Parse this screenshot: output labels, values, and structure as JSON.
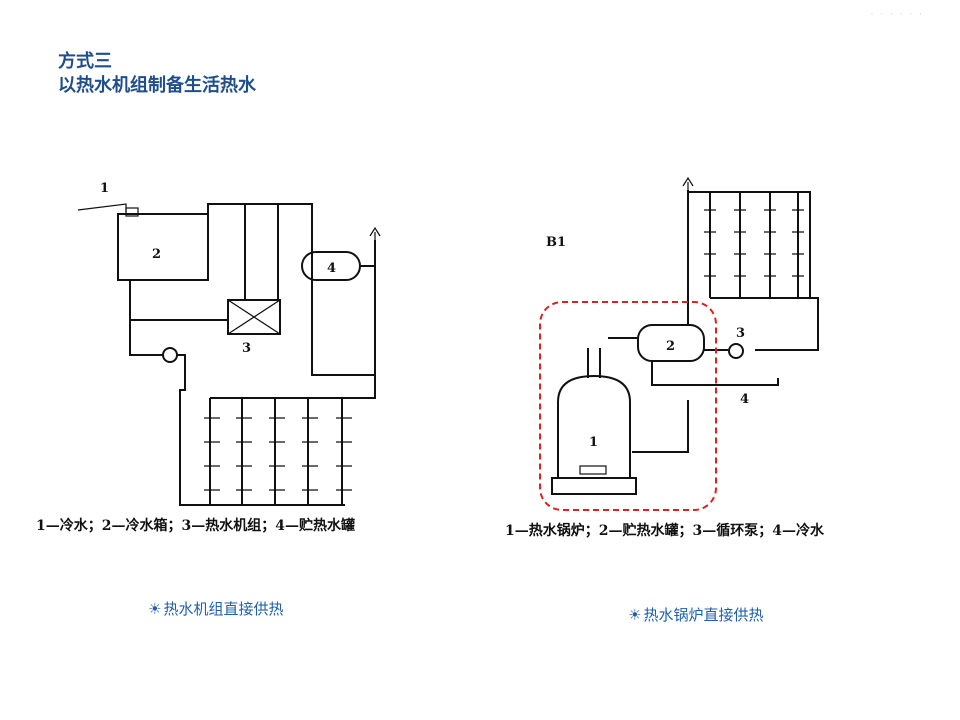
{
  "header": {
    "title_line1": "方式三",
    "title_line2": "以热水机组制备生活热水"
  },
  "left_diagram": {
    "labels": [
      "1",
      "2",
      "3",
      "4"
    ],
    "legend": "1—冷水；2—冷水箱；3—热水机组；4—贮热水罐",
    "caption": "热水机组直接供热"
  },
  "right_diagram": {
    "labels": [
      "B1",
      "1",
      "2",
      "3",
      "4"
    ],
    "legend": "1—热水锅炉；2—贮热水罐；3—循环泵；4—冷水",
    "caption": "热水锅炉直接供热"
  },
  "bullet_symbol": "☀",
  "colors": {
    "title": "#1f4e8c",
    "caption": "#1f5fb0",
    "highlight": "#e02020"
  }
}
